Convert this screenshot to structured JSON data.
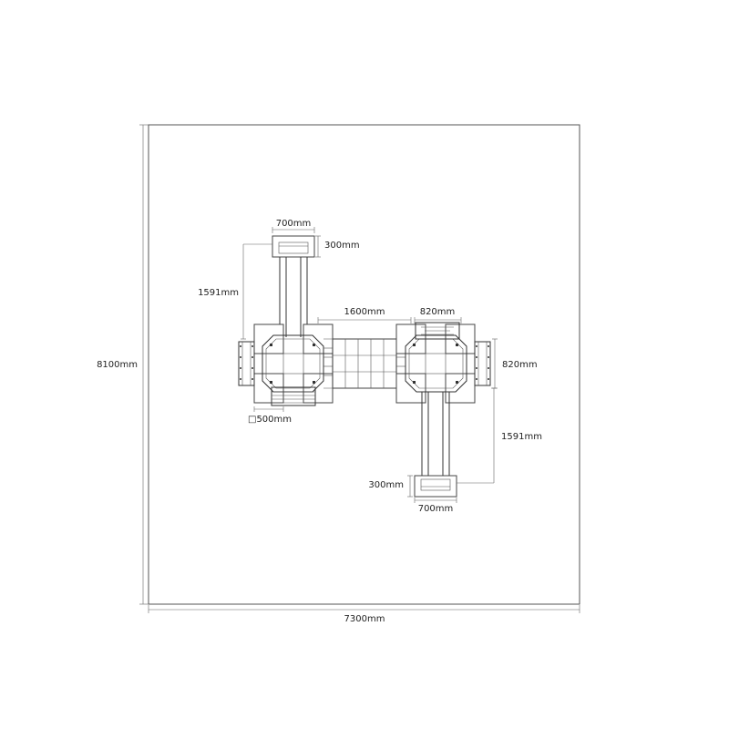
{
  "colors": {
    "floor": "#ffffff",
    "line": "#333333",
    "text": "#222222"
  },
  "dimensions": {
    "total_width": "7300mm",
    "total_height": "8100mm",
    "top_platform_width": "700mm",
    "top_platform_depth": "300mm",
    "top_arm_length": "1591mm",
    "bridge_length": "1600mm",
    "right_tower_top": "820mm",
    "right_tower_side": "820mm",
    "post_size": "□500mm",
    "bottom_arm_length": "1591mm",
    "bottom_platform_depth": "300mm",
    "bottom_platform_width": "700mm"
  }
}
